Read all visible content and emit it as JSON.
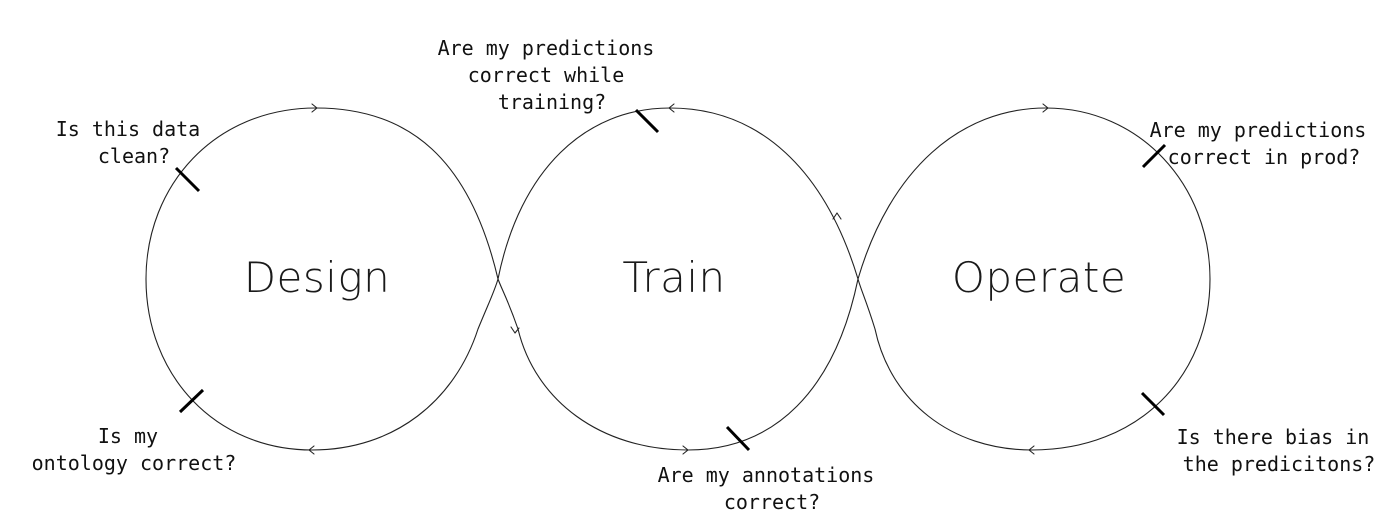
{
  "stages": [
    {
      "id": "design",
      "label": "Design"
    },
    {
      "id": "train",
      "label": "Train"
    },
    {
      "id": "operate",
      "label": "Operate"
    }
  ],
  "questions": {
    "design_top": [
      "Is this data",
      "clean?"
    ],
    "design_bottom": [
      "Is my",
      "ontology correct?"
    ],
    "train_top": [
      "Are my predictions",
      "correct while",
      "training?"
    ],
    "train_bottom": [
      "Are my annotations",
      "correct?"
    ],
    "operate_top": [
      "Are my predictions",
      "correct in prod?"
    ],
    "operate_bottom": [
      "Is there bias in",
      "the predicitons?"
    ]
  },
  "colors": {
    "line": "#222222",
    "tick": "#000000",
    "text": "#111111",
    "background": "#ffffff"
  }
}
